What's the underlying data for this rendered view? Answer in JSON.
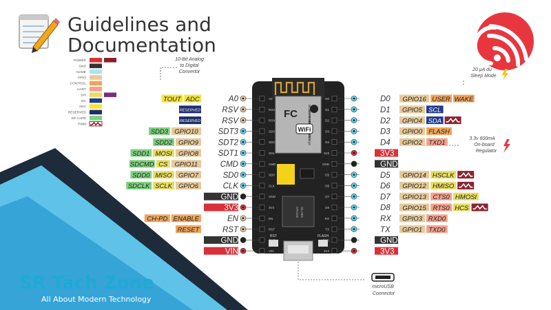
{
  "header": {
    "title_line1": "Guidelines and",
    "title_line2": "Documentation"
  },
  "brand": {
    "name": "SR Tach Zone",
    "tagline": "All About Modern Technology"
  },
  "legend": [
    {
      "label": "POWER",
      "color": "#d9303a",
      "color2": "#8b1f27"
    },
    {
      "label": "GND",
      "color": "#333333"
    },
    {
      "label": "NAME",
      "color": "#a9e6e6"
    },
    {
      "label": "GPIO",
      "color": "#e7c99a"
    },
    {
      "label": "CONTROL",
      "color": "#f0a45b"
    },
    {
      "label": "UART",
      "color": "#f5a08a"
    },
    {
      "label": "SPI",
      "color": "#e9dd60",
      "color2": "#7b2c7a"
    },
    {
      "label": "I2C",
      "color": "#1f3a8a"
    },
    {
      "label": "ADC",
      "color": "#f6e23c"
    },
    {
      "label": "RESERVED",
      "color": "#1f2d6a"
    },
    {
      "label": "SD CARD",
      "color": "#7ed27e"
    },
    {
      "label": "PWM",
      "color": "#8b2530",
      "wave": true
    }
  ],
  "annotations": {
    "adc_line1": "10-Bit Analog",
    "adc_line2": "to Digital",
    "adc_line3": "Convertor",
    "sleep_line1": "20 μA du",
    "sleep_line2": "Sleep Mode",
    "reg_line1": "3.3v 600mA",
    "reg_line2": "On-board",
    "reg_line3": "Regulator",
    "usb_line1": "microUSB",
    "usb_line2": "Connector"
  },
  "board": {
    "chip_text1": "FC",
    "chip_text2": "MODEL",
    "chip_text3": "ESP8266MOD",
    "chip_text4": "VENDOR",
    "chip_text5": "ISM 2.4GHz",
    "chip_text6": "PA +25dBm",
    "chip_text7": "802.11b/g/n",
    "wifi": "WiFi",
    "usb_chip1": "SILABS",
    "usb_chip2": "CP2102",
    "rst": "RST",
    "flash": "FLASH",
    "left_silk": [
      "A0",
      "RSV",
      "RSV",
      "SD3",
      "SD2",
      "SD1",
      "CMD",
      "SD0",
      "CLK",
      "GND",
      "3V3",
      "EN",
      "RST",
      "GND",
      "VIN"
    ],
    "right_silk": [
      "D0",
      "D1",
      "D2",
      "D3",
      "D4",
      "3V3",
      "GND",
      "D5",
      "D6",
      "D7",
      "D8",
      "RX",
      "TX",
      "GND",
      "3V3"
    ]
  },
  "left_pins": [
    {
      "name": "A0",
      "tags": [
        {
          "t": "ADC",
          "c": "#f6e23c"
        },
        {
          "t": "TOUT",
          "c": "#f6e23c"
        }
      ]
    },
    {
      "name": "RSV",
      "tags": [
        {
          "t": "RESERVED",
          "c": "#1f2d6a",
          "small": true
        }
      ]
    },
    {
      "name": "RSV",
      "tags": [
        {
          "t": "RESERVED",
          "c": "#1f2d6a",
          "small": true
        }
      ]
    },
    {
      "name": "SDT3",
      "tags": [
        {
          "t": "GPIO10",
          "c": "#e7c99a"
        },
        {
          "t": "SDD3",
          "c": "#7ed27e"
        }
      ]
    },
    {
      "name": "SDT2",
      "tags": [
        {
          "t": "GPIO9",
          "c": "#e7c99a"
        },
        {
          "t": "SDD2",
          "c": "#7ed27e"
        }
      ]
    },
    {
      "name": "SDT1",
      "tags": [
        {
          "t": "GPIO8",
          "c": "#e7c99a"
        },
        {
          "t": "MOSI",
          "c": "#e9dd60"
        },
        {
          "t": "SDD1",
          "c": "#7ed27e"
        }
      ]
    },
    {
      "name": "CMD",
      "tags": [
        {
          "t": "GPIO11",
          "c": "#e7c99a"
        },
        {
          "t": "CS",
          "c": "#e9dd60"
        },
        {
          "t": "SDCMD",
          "c": "#7ed27e"
        }
      ]
    },
    {
      "name": "SD0",
      "tags": [
        {
          "t": "GPIO7",
          "c": "#e7c99a"
        },
        {
          "t": "MISO",
          "c": "#e9dd60"
        },
        {
          "t": "SDD0",
          "c": "#7ed27e"
        }
      ]
    },
    {
      "name": "CLK",
      "tags": [
        {
          "t": "GPIO6",
          "c": "#e7c99a"
        },
        {
          "t": "SCLK",
          "c": "#e9dd60"
        },
        {
          "t": "SDCLK",
          "c": "#7ed27e"
        }
      ]
    },
    {
      "name": "GND",
      "tags": []
    },
    {
      "name": "3V3",
      "tags": []
    },
    {
      "name": "EN",
      "tags": [
        {
          "t": "ENABLE",
          "c": "#f0a45b"
        },
        {
          "t": "CH-PD",
          "c": "#f0a45b"
        }
      ]
    },
    {
      "name": "RST",
      "tags": [
        {
          "t": "RESET",
          "c": "#f0a45b"
        }
      ]
    },
    {
      "name": "GND",
      "tags": []
    },
    {
      "name": "VIN",
      "tags": []
    }
  ],
  "right_pins": [
    {
      "name": "D0",
      "tags": [
        {
          "t": "GPIO16",
          "c": "#e7c99a"
        },
        {
          "t": "USER",
          "c": "#f0a45b"
        },
        {
          "t": "WAKE",
          "c": "#f0a45b"
        }
      ]
    },
    {
      "name": "D1",
      "tags": [
        {
          "t": "GPIO5",
          "c": "#e7c99a"
        },
        {
          "t": "SCL",
          "c": "#1f3a8a"
        }
      ]
    },
    {
      "name": "D2",
      "tags": [
        {
          "t": "GPIO4",
          "c": "#e7c99a"
        },
        {
          "t": "SDA",
          "c": "#1f3a8a"
        }
      ],
      "pwm": true
    },
    {
      "name": "D3",
      "tags": [
        {
          "t": "GPIO0",
          "c": "#e7c99a"
        },
        {
          "t": "FLASH",
          "c": "#f0a45b"
        }
      ]
    },
    {
      "name": "D4",
      "tags": [
        {
          "t": "GPIO2",
          "c": "#e7c99a"
        },
        {
          "t": "TXD1",
          "c": "#f5a08a"
        }
      ]
    },
    {
      "name": "3V3",
      "tags": []
    },
    {
      "name": "GND",
      "tags": []
    },
    {
      "name": "D5",
      "tags": [
        {
          "t": "GPIO14",
          "c": "#e7c99a"
        },
        {
          "t": "HSCLK",
          "c": "#e9dd60"
        }
      ],
      "pwm": true
    },
    {
      "name": "D6",
      "tags": [
        {
          "t": "GPIO12",
          "c": "#e7c99a"
        },
        {
          "t": "HMISO",
          "c": "#e9dd60"
        }
      ],
      "pwm": true
    },
    {
      "name": "D7",
      "tags": [
        {
          "t": "GPIO13",
          "c": "#e7c99a"
        },
        {
          "t": "CTS0",
          "c": "#f5a08a"
        },
        {
          "t": "HMOSI",
          "c": "#e9dd60"
        }
      ]
    },
    {
      "name": "D8",
      "tags": [
        {
          "t": "GPIO15",
          "c": "#e7c99a"
        },
        {
          "t": "RTS0",
          "c": "#f5a08a"
        },
        {
          "t": "HCS",
          "c": "#e9dd60"
        }
      ],
      "pwm": true
    },
    {
      "name": "RX",
      "tags": [
        {
          "t": "GPIO3",
          "c": "#e7c99a"
        },
        {
          "t": "RXD0",
          "c": "#f5a08a"
        }
      ]
    },
    {
      "name": "TX",
      "tags": [
        {
          "t": "GPIO1",
          "c": "#e7c99a"
        },
        {
          "t": "TXD0",
          "c": "#f5a08a"
        }
      ]
    },
    {
      "name": "GND",
      "tags": []
    },
    {
      "name": "3V3",
      "tags": []
    }
  ]
}
